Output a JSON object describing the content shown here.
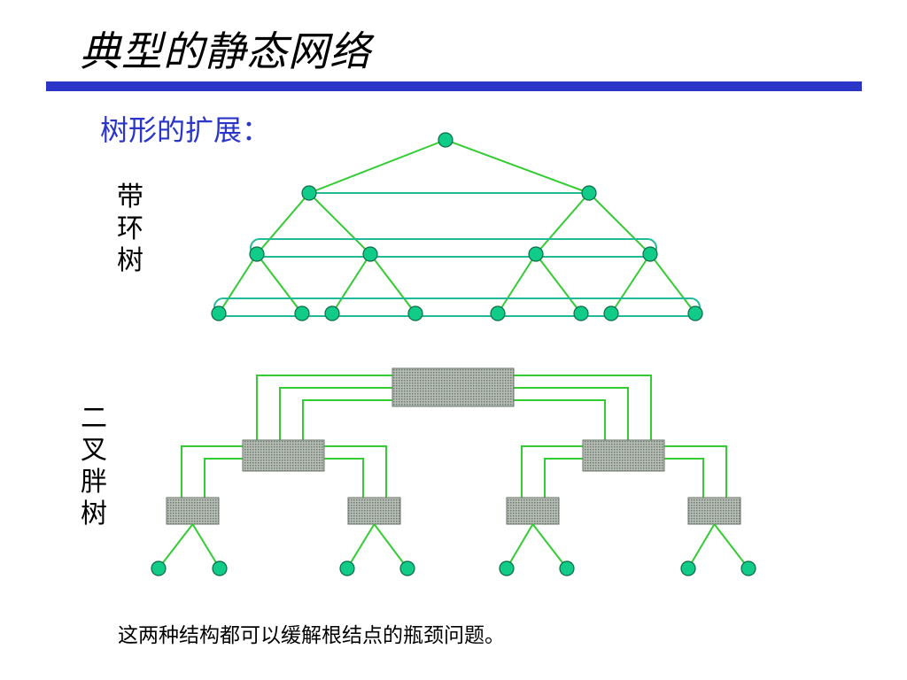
{
  "title": "典型的静态网络",
  "subtitle": "树形的扩展：",
  "ring_tree_label": "带环树",
  "fat_tree_label": "二叉胖树",
  "caption": "这两种结构都可以缓解根结点的瓶颈问题。",
  "colors": {
    "accent_bar": "#2b36c9",
    "subtitle": "#2b36c9",
    "edge": "#33cc33",
    "ring": "#22bb99",
    "node_fill": "#11cc88",
    "switch_fill": "#9aa59a"
  }
}
